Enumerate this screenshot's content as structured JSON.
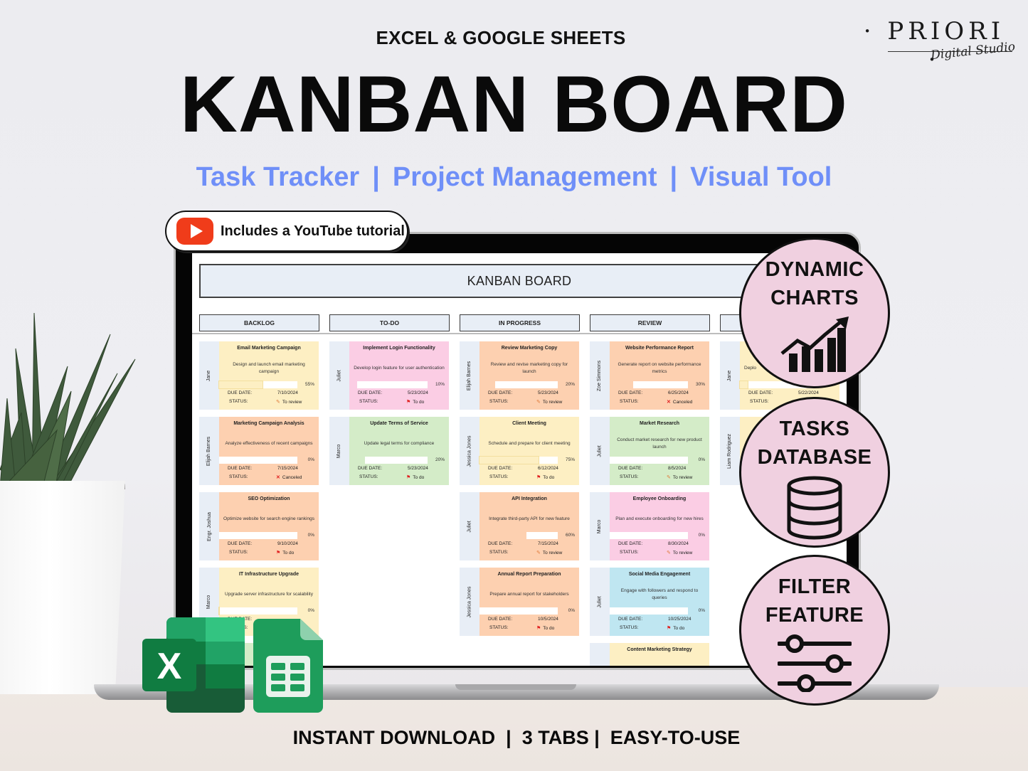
{
  "header": {
    "kicker": "EXCEL & GOOGLE SHEETS",
    "title": "KANBAN BOARD",
    "subtitle_parts": [
      "Task Tracker",
      "Project Management",
      "Visual Tool"
    ],
    "subtitle_separator": "|",
    "subtitle_color": "#6f8ff8"
  },
  "brand": {
    "name": "· PRIORI ·",
    "tagline": "Digital Studio"
  },
  "youtube_badge": {
    "icon": "youtube-play-icon",
    "label": "Includes a YouTube tutorial",
    "icon_color": "#f03c1a"
  },
  "sheet": {
    "title": "KANBAN BOARD",
    "columns": [
      "BACKLOG",
      "TO-DO",
      "IN PROGRESS",
      "REVIEW",
      ""
    ],
    "labels": {
      "due": "DUE DATE:",
      "status": "STATUS:"
    },
    "cards": {
      "backlog": [
        {
          "owner": "Jane",
          "title": "Email Marketing Campaign",
          "desc": "Design and launch email marketing campaign",
          "progress": "55%",
          "due": "7/10/2024",
          "status": "To review",
          "status_icon": "pencil-icon",
          "color": "yellow"
        },
        {
          "owner": "Elijah Barnes",
          "title": "Marketing Campaign Analysis",
          "desc": "Analyze effectiveness of recent campaigns",
          "progress": "0%",
          "due": "7/15/2024",
          "status": "Canceled",
          "status_icon": "x-icon",
          "color": "orange"
        },
        {
          "owner": "Engr. Joshua",
          "title": "SEO Optimization",
          "desc": "Optimize website for search engine rankings",
          "progress": "0%",
          "due": "9/10/2024",
          "status": "To do",
          "status_icon": "flag-icon",
          "color": "orange"
        },
        {
          "owner": "Marco",
          "title": "IT Infrastructure Upgrade",
          "desc": "Upgrade server infrastructure for scalability",
          "progress": "0%",
          "due": "",
          "status": "",
          "status_icon": "",
          "color": "yellow"
        }
      ],
      "todo": [
        {
          "owner": "Juliet",
          "title": "Implement Login Functionality",
          "desc": "Develop login feature for user authentication",
          "progress": "10%",
          "due": "5/23/2024",
          "status": "To do",
          "status_icon": "flag-icon",
          "color": "pink"
        },
        {
          "owner": "Marco",
          "title": "Update Terms of Service",
          "desc": "Update legal terms for compliance",
          "progress": "20%",
          "due": "5/23/2024",
          "status": "To do",
          "status_icon": "flag-icon",
          "color": "green"
        }
      ],
      "in_progress": [
        {
          "owner": "Elijah Barnes",
          "title": "Review Marketing Copy",
          "desc": "Review and revise marketing copy for launch",
          "progress": "20%",
          "due": "5/23/2024",
          "status": "To review",
          "status_icon": "pencil-icon",
          "color": "orange"
        },
        {
          "owner": "Jessica Jones",
          "title": "Client Meeting",
          "desc": "Schedule and prepare for client meeting",
          "progress": "75%",
          "due": "6/12/2024",
          "status": "To do",
          "status_icon": "flag-icon",
          "color": "yellow"
        },
        {
          "owner": "Juliet",
          "title": "API Integration",
          "desc": "Integrate third-party API for new feature",
          "progress": "60%",
          "due": "7/15/2024",
          "status": "To review",
          "status_icon": "pencil-icon",
          "color": "orange"
        },
        {
          "owner": "Jessica Jones",
          "title": "Annual Report Preparation",
          "desc": "Prepare annual report for stakeholders",
          "progress": "0%",
          "due": "10/5/2024",
          "status": "To do",
          "status_icon": "flag-icon",
          "color": "orange"
        }
      ],
      "review": [
        {
          "owner": "Zoe Simmons",
          "title": "Website Performance Report",
          "desc": "Generate report on website performance metrics",
          "progress": "30%",
          "due": "6/25/2024",
          "status": "Canceled",
          "status_icon": "x-icon",
          "color": "orange"
        },
        {
          "owner": "Juliet",
          "title": "Market Research",
          "desc": "Conduct market research for new product launch",
          "progress": "0%",
          "due": "8/5/2024",
          "status": "To review",
          "status_icon": "pencil-icon",
          "color": "green"
        },
        {
          "owner": "Marco",
          "title": "Employee Onboarding",
          "desc": "Plan and execute onboarding for new hires",
          "progress": "0%",
          "due": "8/30/2024",
          "status": "To review",
          "status_icon": "pencil-icon",
          "color": "pink"
        },
        {
          "owner": "Juliet",
          "title": "Social Media Engagement",
          "desc": "Engage with followers and respond to queries",
          "progress": "0%",
          "due": "10/25/2024",
          "status": "To do",
          "status_icon": "flag-icon",
          "color": "blue"
        },
        {
          "owner": "",
          "title": "Content Marketing Strategy",
          "desc": "",
          "progress": "",
          "due": "",
          "status": "",
          "status_icon": "",
          "color": "yellow"
        }
      ],
      "done": [
        {
          "owner": "Jane",
          "title": "",
          "desc": "Deplo",
          "progress": "10%",
          "due": "5/22/2024",
          "status": "",
          "status_icon": "",
          "color": "yellow"
        },
        {
          "owner": "Liam Rodriguez",
          "title": "",
          "desc": "",
          "progress": "",
          "due": "",
          "status": "",
          "status_icon": "",
          "color": "yellow"
        }
      ]
    }
  },
  "features": [
    {
      "line1": "DYNAMIC",
      "line2": "CHARTS",
      "icon": "growth-chart-icon"
    },
    {
      "line1": "TASKS",
      "line2": "DATABASE",
      "icon": "database-icon"
    },
    {
      "line1": "FILTER",
      "line2": "FEATURE",
      "icon": "sliders-icon"
    }
  ],
  "app_icons": [
    "excel-icon",
    "google-sheets-icon"
  ],
  "footer": {
    "text": "INSTANT DOWNLOAD  |  3 TABS |  EASY-TO-USE"
  }
}
